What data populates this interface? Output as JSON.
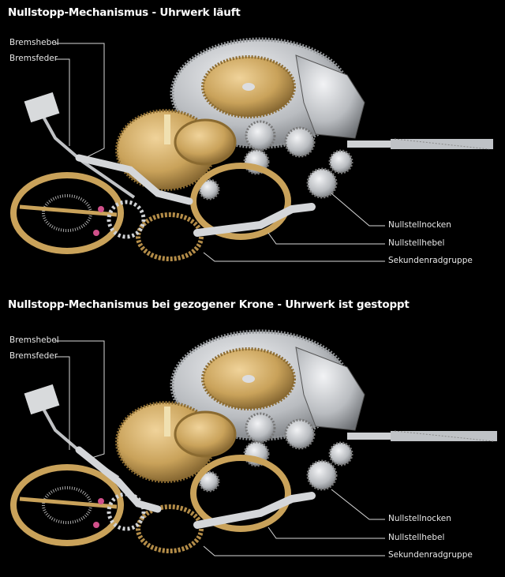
{
  "panels": [
    {
      "title": "Nullstopp-Mechanismus - Uhrwerk läuft",
      "labels": {
        "bremshebel": "Bremshebel",
        "bremsfeder": "Bremsfeder",
        "nullstellnocken": "Nullstellnocken",
        "nullstellhebel": "Nullstellhebel",
        "sekundenradgruppe": "Sekundenradgruppe"
      },
      "state": "running"
    },
    {
      "title": "Nullstopp-Mechanismus bei gezogener Krone - Uhrwerk ist gestoppt",
      "labels": {
        "bremshebel": "Bremshebel",
        "bremsfeder": "Bremsfeder",
        "nullstellnocken": "Nullstellnocken",
        "nullstellhebel": "Nullstellhebel",
        "sekundenradgruppe": "Sekundenradgruppe"
      },
      "state": "stopped"
    }
  ],
  "colors": {
    "background": "#000000",
    "brass": "#c9a25a",
    "steel": "#b9bcc0",
    "ruby": "#d0508a",
    "leader": "#d8d8d8"
  }
}
